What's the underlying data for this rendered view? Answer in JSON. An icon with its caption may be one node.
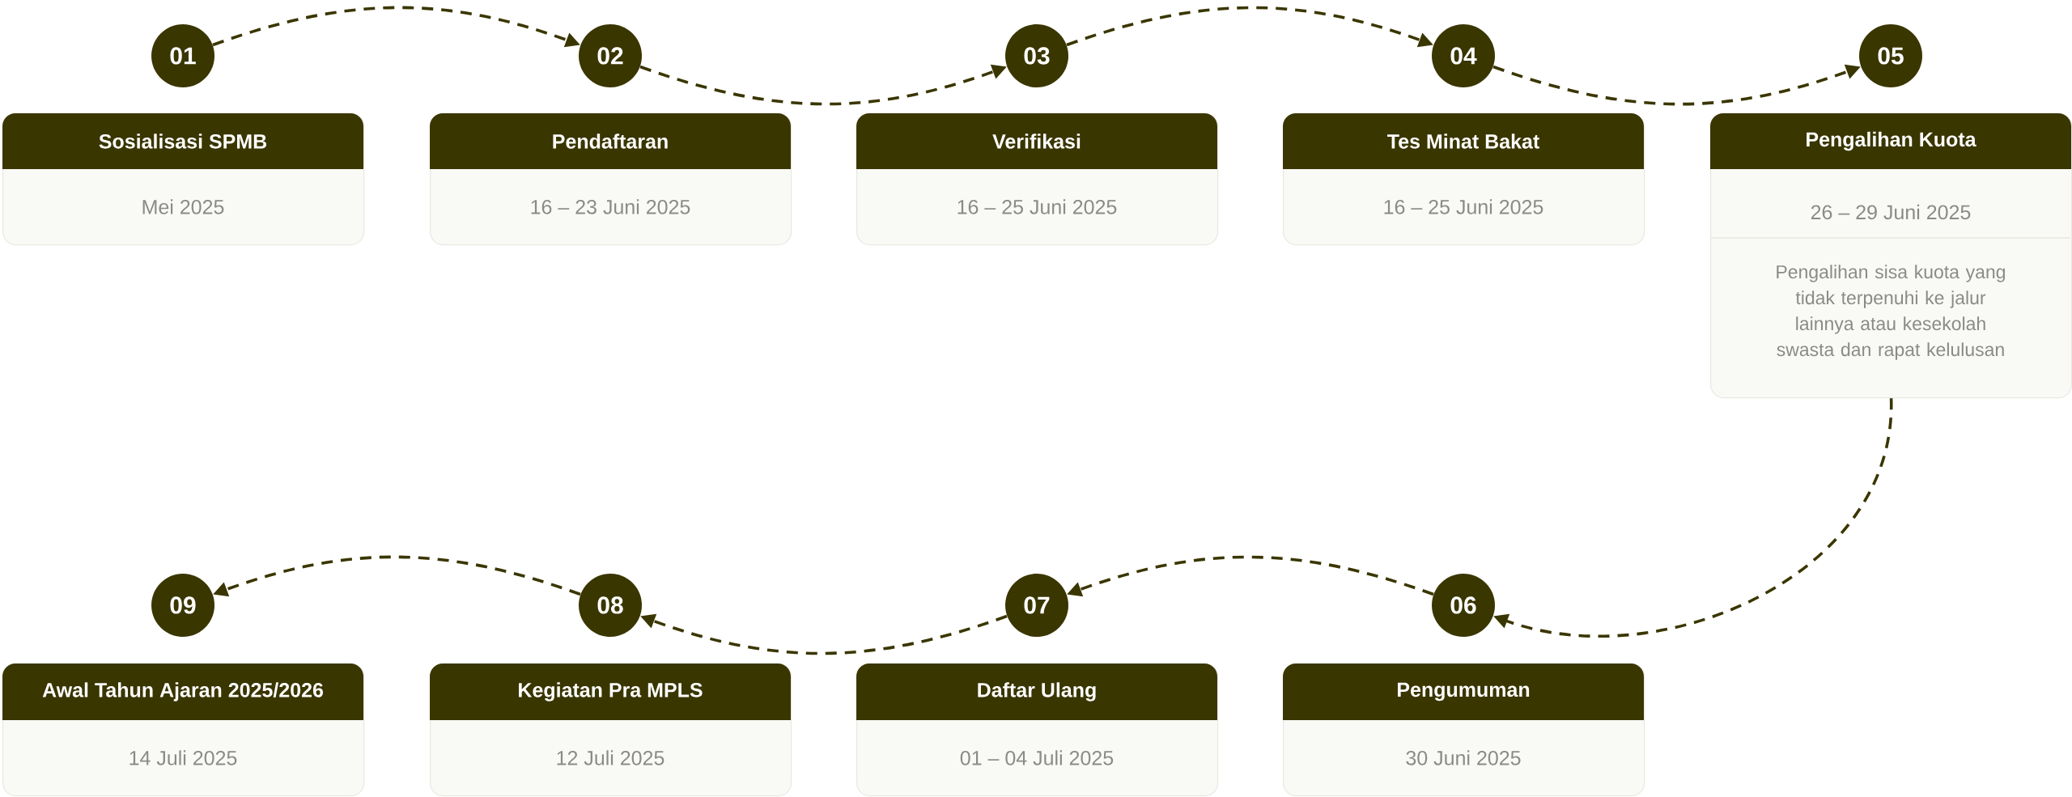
{
  "diagram": {
    "nodes": [
      {
        "text": [
          "01"
        ]
      },
      {
        "text": [
          "Sosialisasi SPMB",
          "Mei 2025"
        ]
      },
      {
        "text": [
          "02"
        ]
      },
      {
        "text": [
          "Pendaftaran",
          "16 – 23 Juni 2025"
        ]
      },
      {
        "text": [
          "03"
        ]
      },
      {
        "text": [
          "Verifikasi",
          "16 – 25 Juni 2025"
        ]
      },
      {
        "text": [
          "04"
        ]
      },
      {
        "text": [
          "Tes Minat Bakat",
          "16 – 25 Juni 2025"
        ]
      },
      {
        "text": [
          "05"
        ]
      },
      {
        "text": [
          "Pengalihan Kuota",
          "26 – 29 Juni 2025",
          "Pengalihan sisa kuota yang tidak terpenuhi ke jalur lainnya atau kesekolah swasta dan rapat kelulusan"
        ]
      },
      {
        "text": [
          "06"
        ]
      },
      {
        "text": [
          "Pengumuman",
          "30 Juni 2025"
        ]
      },
      {
        "text": [
          "07"
        ]
      },
      {
        "text": [
          "Daftar Ulang",
          "01 – 04 Juli 2025"
        ]
      },
      {
        "text": [
          "08"
        ]
      },
      {
        "text": [
          "Kegiatan Pra MPLS",
          "12 Juli 2025"
        ]
      },
      {
        "text": [
          "09"
        ]
      },
      {
        "text": [
          "Awal Tahun Ajaran 2025/2026",
          "14 Juli 2025"
        ]
      }
    ],
    "edges": [
      {
        "from": 0,
        "to": 2,
        "arrow": "to",
        "style": "dashed"
      },
      {
        "from": 2,
        "to": 4,
        "arrow": "to",
        "style": "dashed"
      },
      {
        "from": 4,
        "to": 6,
        "arrow": "to",
        "style": "dashed"
      },
      {
        "from": 6,
        "to": 8,
        "arrow": "to",
        "style": "dashed"
      },
      {
        "from": 9,
        "to": 10,
        "arrow": "to",
        "style": "dashed"
      },
      {
        "from": 10,
        "to": 12,
        "arrow": "to",
        "style": "dashed"
      },
      {
        "from": 12,
        "to": 14,
        "arrow": "to",
        "style": "dashed"
      },
      {
        "from": 14,
        "to": 16,
        "arrow": "to",
        "style": "dashed"
      }
    ]
  }
}
